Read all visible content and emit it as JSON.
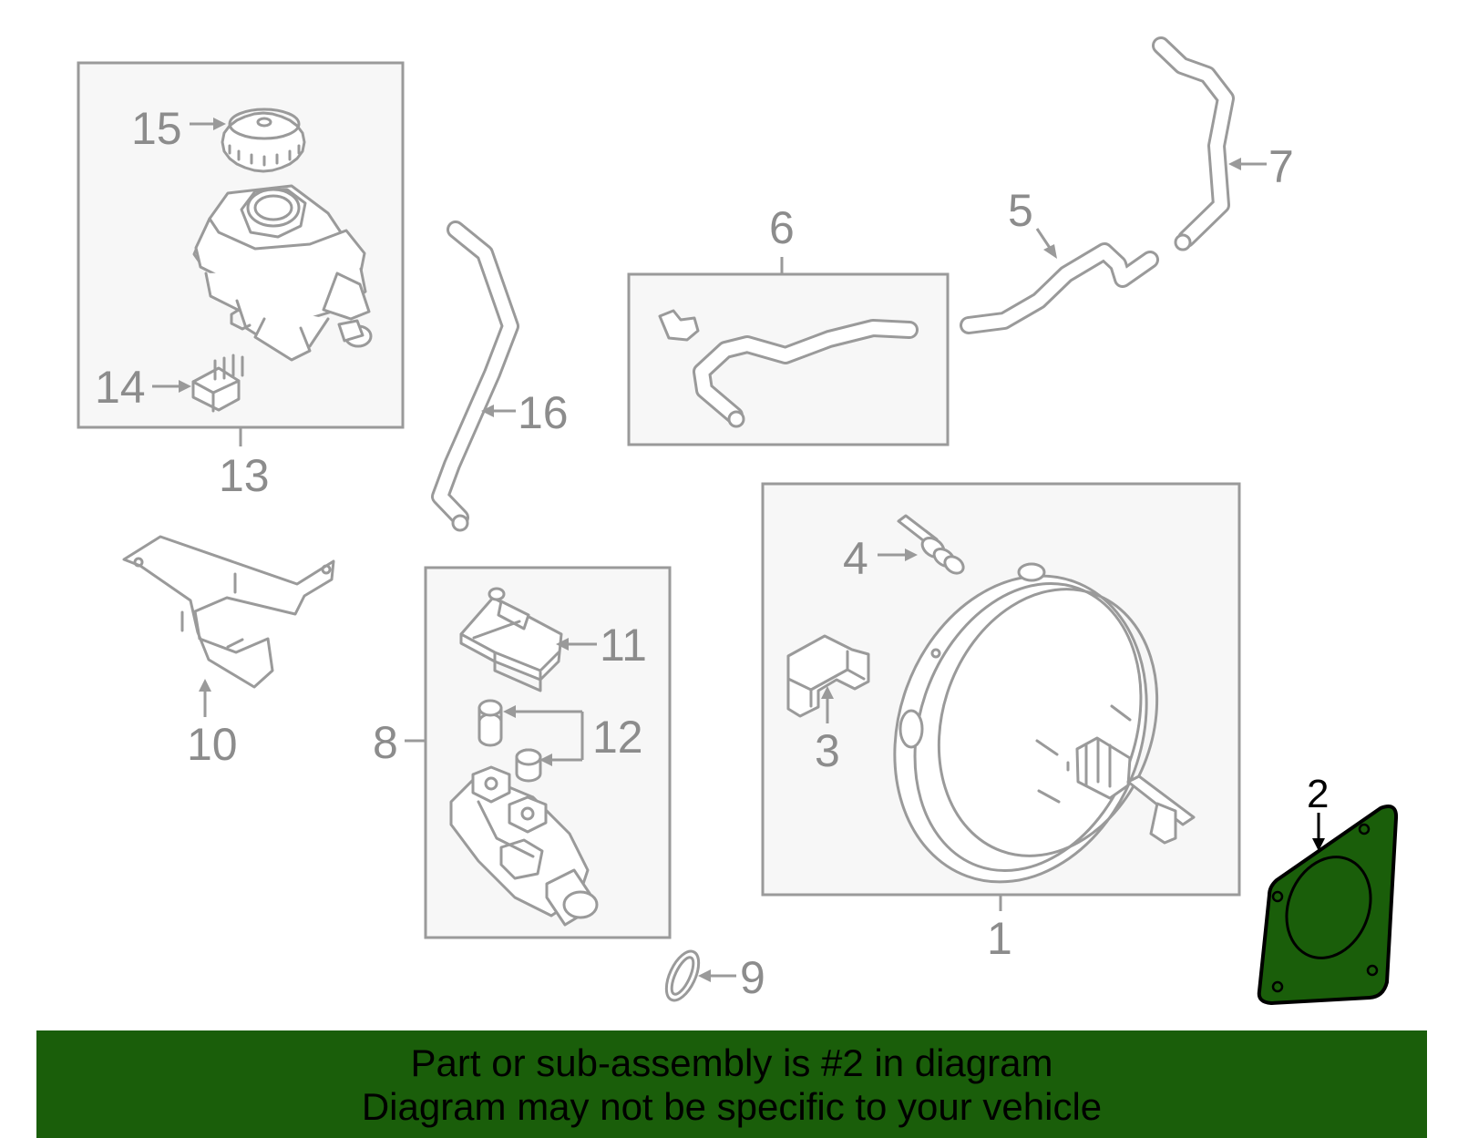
{
  "diagram": {
    "callouts": {
      "c1": "1",
      "c2": "2",
      "c3": "3",
      "c4": "4",
      "c5": "5",
      "c6": "6",
      "c7": "7",
      "c8": "8",
      "c9": "9",
      "c10": "10",
      "c11": "11",
      "c12": "12",
      "c13": "13",
      "c14": "14",
      "c15": "15",
      "c16": "16"
    },
    "highlighted_part": "2",
    "colors": {
      "line_gray": "#9a9a9a",
      "highlight_green": "#1a5e0a",
      "banner_green": "#1a5e0a"
    }
  },
  "footer": {
    "line1": "Part or sub-assembly is #2 in diagram",
    "line2": "Diagram may not be specific to your vehicle"
  }
}
